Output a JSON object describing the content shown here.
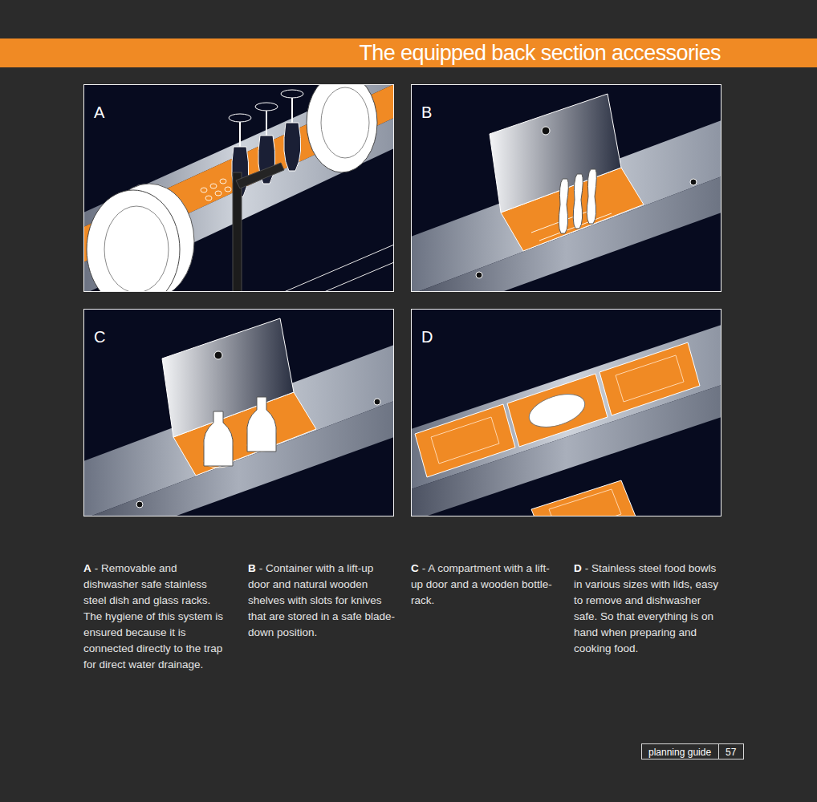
{
  "diagram": {
    "title": "The equipped back section accessories",
    "nodes": [
      {
        "text": [
          "A"
        ]
      },
      {
        "text": [
          "B"
        ]
      },
      {
        "text": [
          "C"
        ]
      },
      {
        "text": [
          "D"
        ]
      },
      {
        "text": [
          "planning guide"
        ]
      },
      {
        "text": [
          "57"
        ]
      }
    ],
    "labels": [
      "A",
      "- Removable and dishwasher safe stainless steel dish and glass racks.",
      "The hygiene of this system is ensured because it is connected directly to the trap for direct water drainage.",
      "B",
      "- Container with a lift-up door and natural wooden shelves with slots for knives that are stored in a safe blade-down position.",
      "C",
      "- A compartment with a lift-up door and a wooden bottle-rack.",
      "D",
      "- Stainless steel food bowls in various sizes with lids, easy to remove and dishwasher safe. So that everything is on hand when preparing and cooking food."
    ]
  }
}
